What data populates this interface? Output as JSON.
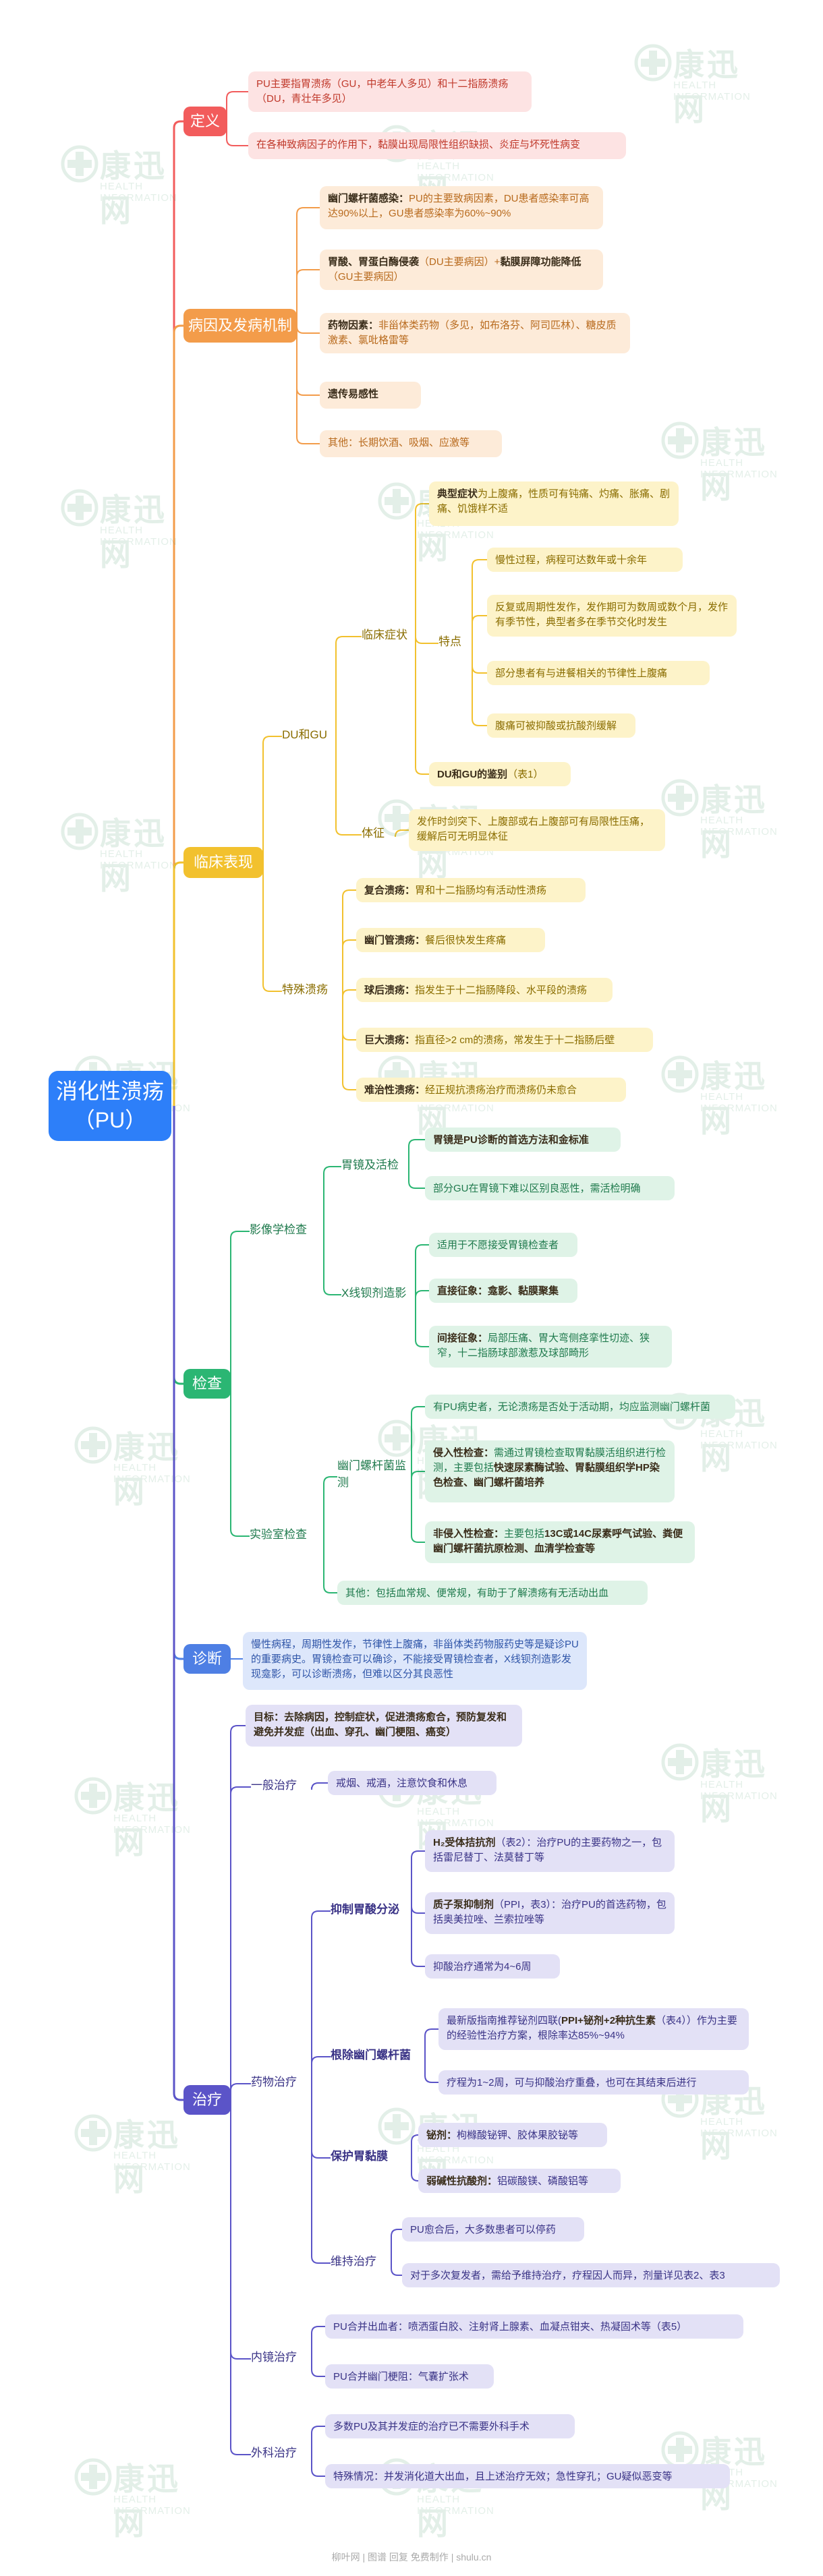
{
  "root": {
    "title": "消化性溃疡",
    "subtitle": "（PU）"
  },
  "watermark": {
    "brand": "康迅网",
    "tagline": "HEALTH INFORMATION"
  },
  "footer": "柳叶网 | 图谱 回复 免费制作 | shulu.cn",
  "colors": {
    "root": "#2d7ff9",
    "def": "#f25c5c",
    "cause": "#f39c4a",
    "clinic": "#f2c12e",
    "exam": "#2bb673",
    "diag": "#4e7fe4",
    "treat": "#5b54c8"
  },
  "sections": {
    "def": {
      "label": "定义",
      "items": [
        "PU主要指胃溃疡（GU，中老年人多见）和十二指肠溃疡（DU，青壮年多见）",
        "在各种致病因子的作用下，黏膜出现局限性组织缺损、炎症与坏死性病变"
      ]
    },
    "cause": {
      "label": "病因及发病机制",
      "items": [
        {
          "bold": "幽门螺杆菌感染：",
          "text": "PU的主要致病因素，DU患者感染率可高达90%以上，GU患者感染率为60%~90%"
        },
        {
          "bold": "胃酸、胃蛋白酶侵袭",
          "text": "（DU主要病因）+",
          "bold2": "黏膜屏障功能降低",
          "text2": "（GU主要病因）"
        },
        {
          "bold": "药物因素：",
          "text": "非甾体类药物（多见，如布洛芬、阿司匹林）、糖皮质激素、氯吡格雷等"
        },
        {
          "bold": "遗传易感性",
          "text": ""
        },
        {
          "bold": "",
          "text": "其他：长期饮酒、吸烟、应激等"
        }
      ]
    },
    "clinic": {
      "label": "临床表现",
      "du_gu": "DU和GU",
      "symptoms_label": "临床症状",
      "typical": {
        "bold": "典型症状",
        "text": "为上腹痛，性质可有钝痛、灼痛、胀痛、剧痛、饥饿样不适"
      },
      "features_label": "特点",
      "features": [
        "慢性过程，病程可达数年或十余年",
        "反复或周期性发作，发作期可为数周或数个月，发作有季节性，典型者多在季节交化时发生",
        "部分患者有与进餐相关的节律性上腹痛",
        "腹痛可被抑酸或抗酸剂缓解"
      ],
      "diff": {
        "bold": "DU和GU的鉴别",
        "text": "（表1）"
      },
      "signs_label": "体征",
      "signs": "发作时剑突下、上腹部或右上腹部可有局限性压痛，缓解后可无明显体征",
      "special_label": "特殊溃疡",
      "special": [
        {
          "bold": "复合溃疡：",
          "text": "胃和十二指肠均有活动性溃疡"
        },
        {
          "bold": "幽门管溃疡：",
          "text": "餐后很快发生疼痛"
        },
        {
          "bold": "球后溃疡：",
          "text": "指发生于十二指肠降段、水平段的溃疡"
        },
        {
          "bold": "巨大溃疡：",
          "text": "指直径>2 cm的溃疡，常发生于十二指肠后壁"
        },
        {
          "bold": "难治性溃疡：",
          "text": "经正规抗溃疡治疗而溃疡仍未愈合"
        }
      ]
    },
    "exam": {
      "label": "检查",
      "imaging_label": "影像学检查",
      "gastroscope_label": "胃镜及活检",
      "gastroscope": [
        {
          "bold": "胃镜是PU诊断的首选方法和金标准",
          "text": ""
        },
        {
          "bold": "",
          "text": "部分GU在胃镜下难以区别良恶性，需活检明确"
        }
      ],
      "xray_label": "X线钡剂造影",
      "xray": [
        {
          "bold": "",
          "text": "适用于不愿接受胃镜检查者"
        },
        {
          "bold": "直接征象：龛影、黏膜聚集",
          "text": ""
        },
        {
          "bold": "间接征象：",
          "text": "局部压痛、胃大弯侧痉挛性切迹、狭窄，十二指肠球部激惹及球部畸形"
        }
      ],
      "lab_label": "实验室检查",
      "hp_label": "幽门螺杆菌监测",
      "hp": [
        {
          "bold": "",
          "text": "有PU病史者，无论溃疡是否处于活动期，均应监测幽门螺杆菌"
        },
        {
          "bold": "侵入性检查：",
          "text": "需通过胃镜检查取胃黏膜活组织进行检测，主要包括",
          "bold2": "快速尿素酶试验、胃黏膜组织学HP染色检查、幽门螺杆菌培养"
        },
        {
          "bold": "非侵入性检查：",
          "text": "主要包括",
          "bold2": "13C或14C尿素呼气试验、粪便幽门螺杆菌抗原检测、血清学检查等"
        }
      ],
      "other": "其他：包括血常规、便常规，有助于了解溃疡有无活动出血"
    },
    "diag": {
      "label": "诊断",
      "text": "慢性病程，周期性发作，节律性上腹痛，非甾体类药物服药史等是疑诊PU的重要病史。胃镜检查可以确诊，不能接受胃镜检查者，X线钡剂造影发现龛影，可以诊断溃疡，但难以区分其良恶性"
    },
    "treat": {
      "label": "治疗",
      "goal": "目标：去除病因，控制症状，促进溃疡愈合，预防复发和避免并发症（出血、穿孔、幽门梗阻、癌变）",
      "general_label": "一般治疗",
      "general": "戒烟、戒酒，注意饮食和休息",
      "drug_label": "药物治疗",
      "acid_label": "抑制胃酸分泌",
      "acid": [
        {
          "bold": "H₂受体拮抗剂",
          "text": "（表2）：治疗PU的主要药物之一，包括雷尼替丁、法莫替丁等"
        },
        {
          "bold": "质子泵抑制剂",
          "text": "（PPI，表3）：治疗PU的首选药物，包括奥美拉唑、兰索拉唑等"
        },
        {
          "bold": "",
          "text": "抑酸治疗通常为4~6周"
        }
      ],
      "hp_label": "根除幽门螺杆菌",
      "hp": [
        {
          "bold": "",
          "text": "最新版指南推荐铋剂四联(",
          "bold2": "PPI+铋剂+2种抗生素",
          "text2": "（表4））作为主要的经验性治疗方案，根除率达85%~94%"
        },
        {
          "bold": "",
          "text": "疗程为1~2周，可与抑酸治疗重叠，也可在其结束后进行"
        }
      ],
      "protect_label": "保护胃黏膜",
      "protect": [
        {
          "bold": "铋剂：",
          "text": "枸橼酸铋钾、胶体果胶铋等"
        },
        {
          "bold": "弱碱性抗酸剂：",
          "text": "铝碳酸镁、磷酸铝等"
        }
      ],
      "maintain_label": "维持治疗",
      "maintain": [
        "PU愈合后，大多数患者可以停药",
        "对于多次复发者，需给予维持治疗，疗程因人而异，剂量详见表2、表3"
      ],
      "endo_label": "内镜治疗",
      "endo": [
        "PU合并出血者：喷洒蛋白胶、注射肾上腺素、血凝点钳夹、热凝固术等（表5）",
        "PU合并幽门梗阻：气囊扩张术"
      ],
      "surgery_label": "外科治疗",
      "surgery": [
        "多数PU及其并发症的治疗已不需要外科手术",
        "特殊情况：并发消化道大出血，且上述治疗无效；急性穿孔；GU疑似恶变等"
      ]
    }
  }
}
